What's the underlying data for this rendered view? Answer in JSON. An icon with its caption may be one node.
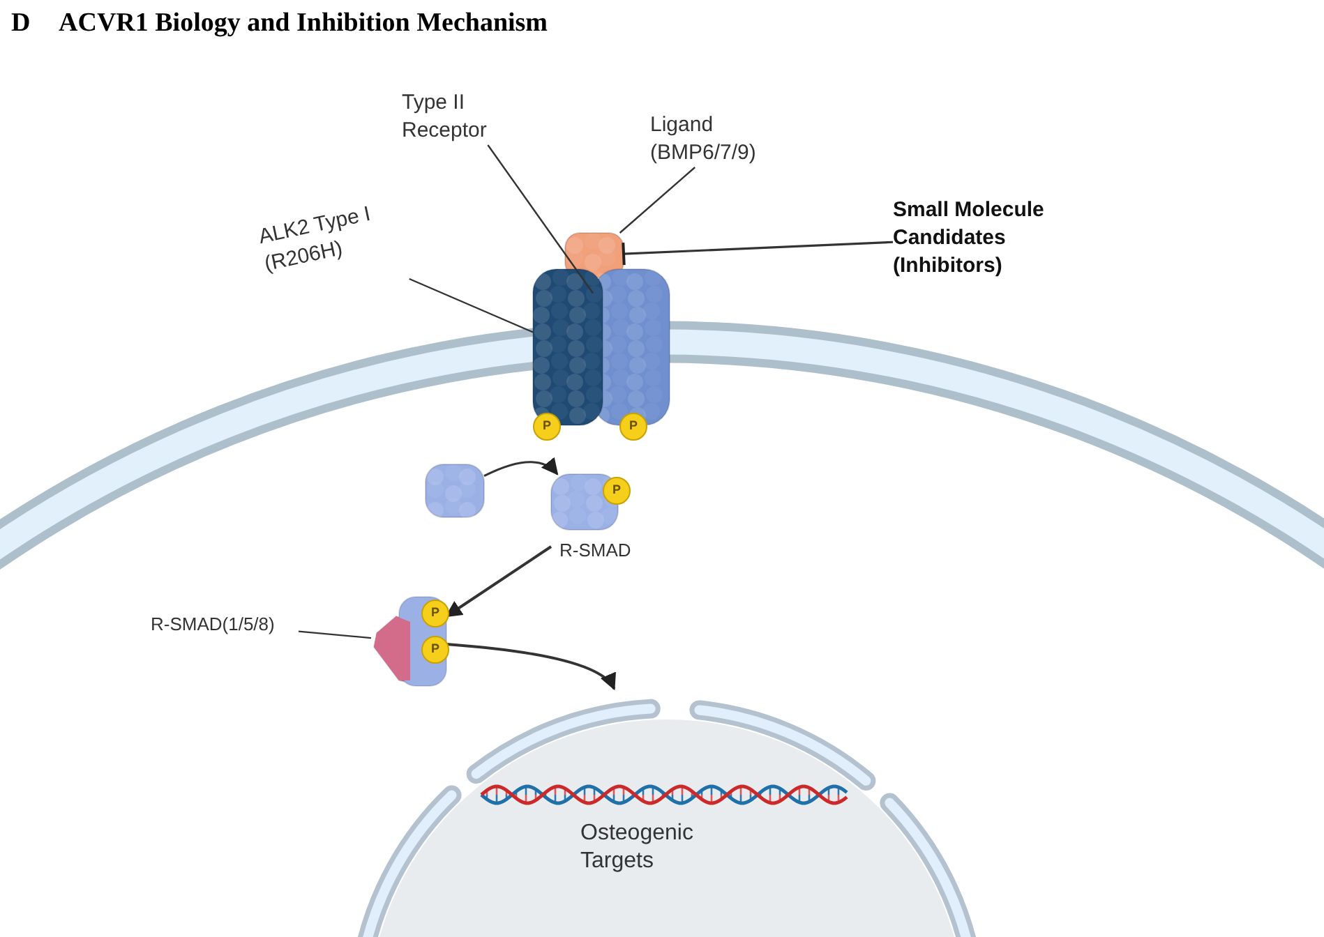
{
  "diagram": {
    "title": "ACVR1 Biology and Inhibition Mechanism",
    "nodes": [
      {
        "text": [
          "Type II Receptor"
        ]
      },
      {
        "text": [
          "Ligand (BMP6/7/9)"
        ]
      },
      {
        "text": [
          "ALK2 Type I (R206H)"
        ]
      },
      {
        "text": [
          "Small Molecule Candidates (Inhibitors)"
        ]
      },
      {
        "text": [
          "R-SMAD(1/5/8)"
        ]
      },
      {
        "text": [],
        "shape": "picture"
      },
      {
        "text": [],
        "shape": "picture"
      },
      {
        "text": [],
        "shape": "picture"
      },
      {
        "text": [],
        "shape": "picture"
      },
      {
        "text": [
          "R-SMAD"
        ]
      },
      {
        "text": [],
        "shape": "picture"
      },
      {
        "text": [
          "Osteogenic Targets"
        ]
      }
    ],
    "edges": [
      {
        "from": 0,
        "to": 6,
        "arrow": "none"
      },
      {
        "from": 1,
        "to": 5,
        "arrow": "none"
      },
      {
        "from": 2,
        "to": 7,
        "arrow": "none"
      },
      {
        "from": 3,
        "to": 5,
        "arrow": "other"
      },
      {
        "from": 4,
        "to": 10,
        "arrow": "none"
      },
      {
        "from": 8,
        "to": 9,
        "arrow": "to"
      },
      {
        "from": 9,
        "to": 10,
        "arrow": "to"
      },
      {
        "from": 10,
        "to": 11,
        "arrow": "to"
      }
    ],
    "labels": [
      "D",
      "P",
      "P",
      "P",
      "P",
      "P"
    ]
  }
}
